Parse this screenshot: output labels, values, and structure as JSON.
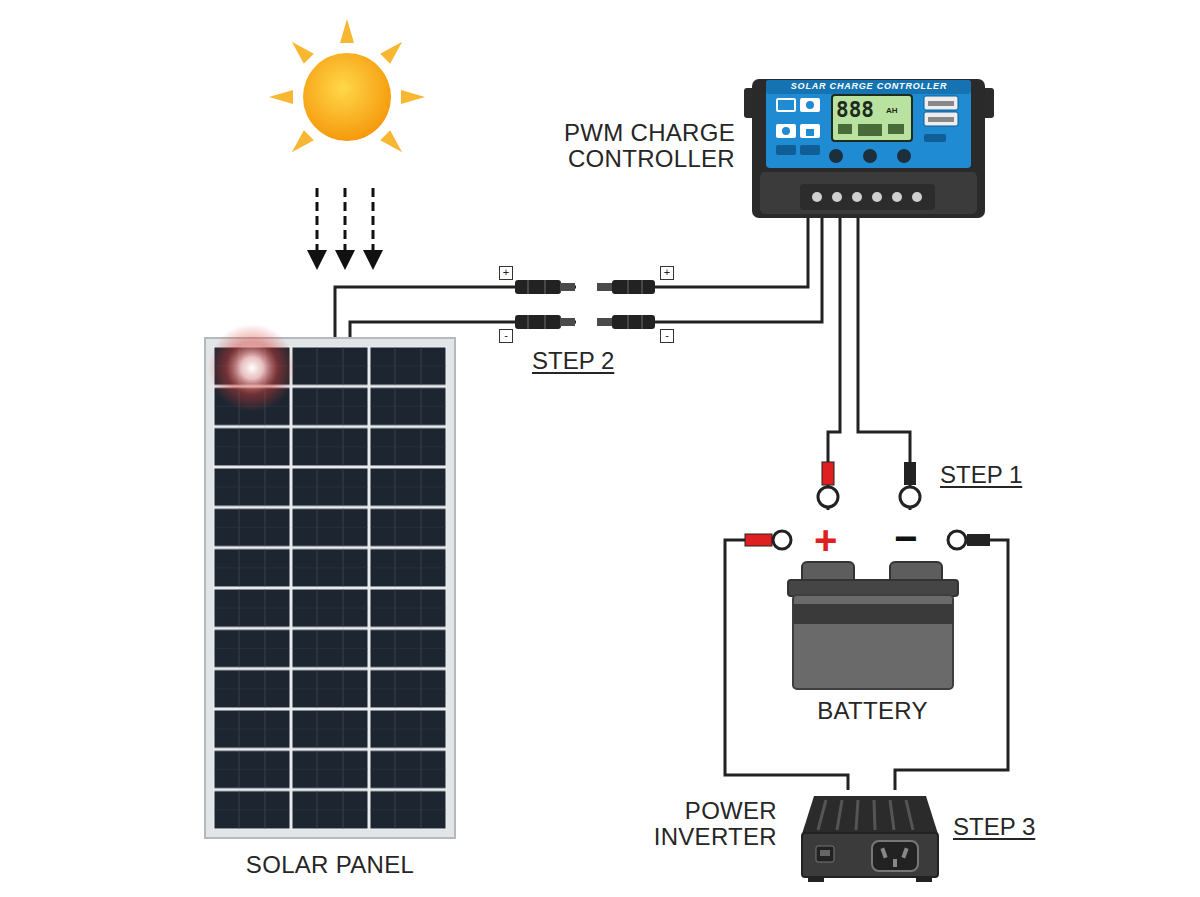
{
  "diagram": {
    "nodes": [
      {
        "text": [
          "PWM CHARGE CONTROLLER",
          "SOLAR CHARGE CONTROLLER"
        ]
      },
      {
        "text": [
          "SOLAR PANEL"
        ]
      },
      {
        "text": [
          "BATTERY"
        ]
      },
      {
        "text": [
          "POWER INVERTER"
        ]
      }
    ],
    "edges": [
      {
        "from": 1,
        "to": 0,
        "arrow": "none"
      },
      {
        "from": 0,
        "to": 2,
        "arrow": "none"
      },
      {
        "from": 2,
        "to": 3,
        "arrow": "none"
      }
    ],
    "labels": [
      "888",
      "AH",
      "+",
      "-",
      "+",
      "-",
      "STEP 2",
      "STEP 1",
      "+",
      "−",
      "STEP 3"
    ]
  }
}
